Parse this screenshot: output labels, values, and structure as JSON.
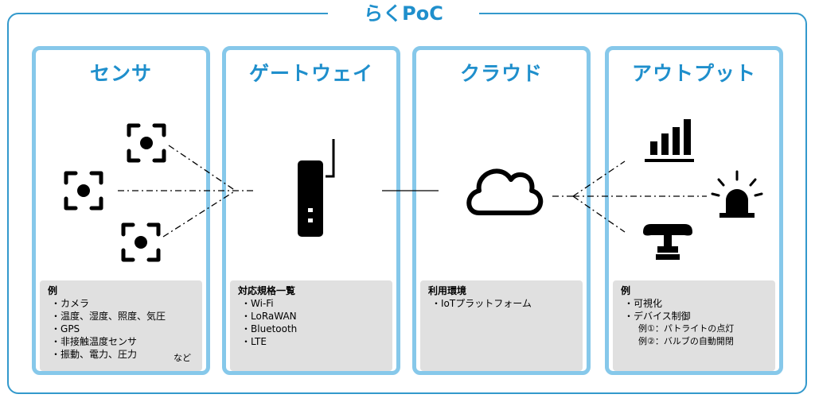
{
  "frame": {
    "title": "らくPoC"
  },
  "panels": [
    {
      "title": "センサ",
      "info_head": "例",
      "items": [
        "カメラ",
        "温度、湿度、照度、気圧",
        "GPS",
        "非接触温度センサ",
        "振動、電力、圧力"
      ],
      "footnote": "など"
    },
    {
      "title": "ゲートウェイ",
      "info_head": "対応規格一覧",
      "items": [
        "Wi-Fi",
        "LoRaWAN",
        "Bluetooth",
        "LTE"
      ]
    },
    {
      "title": "クラウド",
      "info_head": "利用環境",
      "items": [
        "IoTプラットフォーム"
      ]
    },
    {
      "title": "アウトプット",
      "info_head": "例",
      "items": [
        "可視化",
        "デバイス制御"
      ],
      "subitems": [
        "例①：パトライトの点灯",
        "例②：バルブの自動開閉"
      ]
    }
  ],
  "colors": {
    "accent": "#1f8fcc",
    "panel_border": "#86c8ea",
    "info_bg": "#e0e0e0"
  },
  "icons": [
    "sensor-camera-icon",
    "gateway-router-icon",
    "cloud-icon",
    "bar-chart-icon",
    "alarm-light-icon",
    "valve-icon"
  ]
}
